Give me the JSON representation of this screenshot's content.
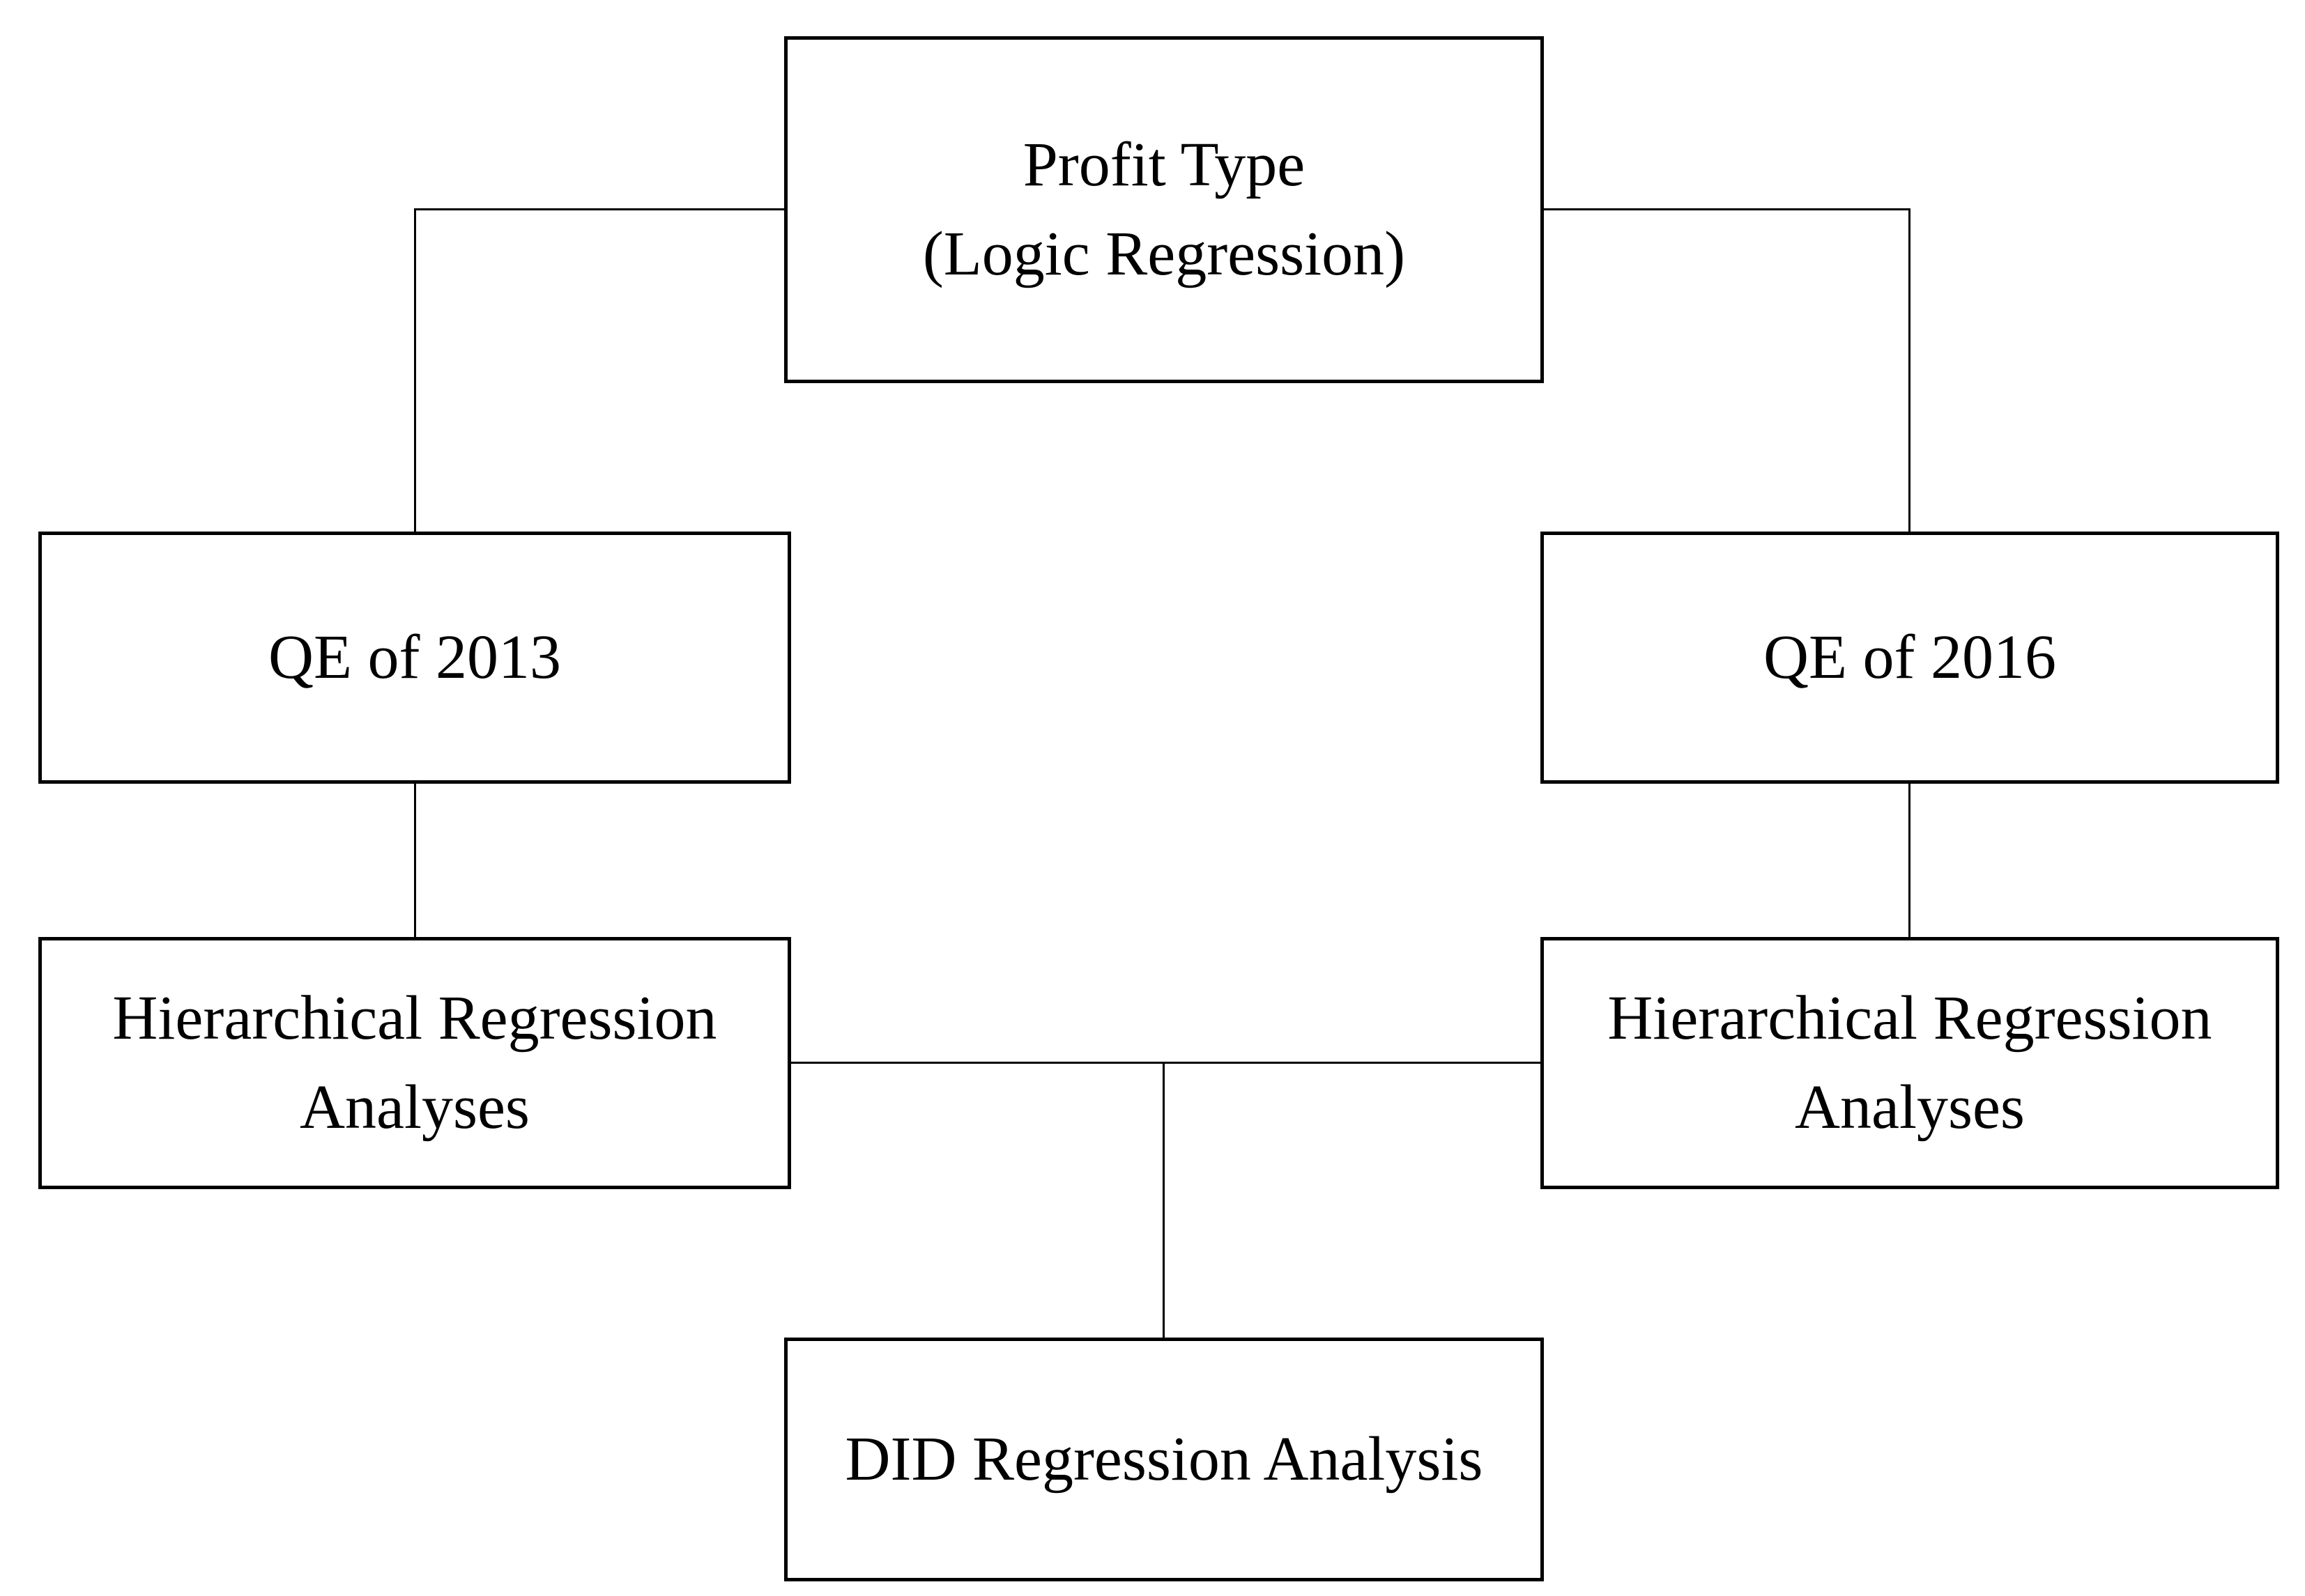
{
  "figure": {
    "type": "flowchart",
    "background_color": "#ffffff",
    "line_color": "#000000",
    "text_color": "#000000"
  },
  "nodes": {
    "profit_type": {
      "line1": "Profit Type",
      "line2": "(Logic Regression)"
    },
    "qe_2013": {
      "label": "QE of 2013"
    },
    "qe_2016": {
      "label": "QE of 2016"
    },
    "hier_left": {
      "line1": "Hierarchical Regression",
      "line2": "Analyses"
    },
    "hier_right": {
      "line1": "Hierarchical Regression",
      "line2": "Analyses"
    },
    "did": {
      "label": "DID Regression Analysis"
    }
  },
  "edges": [
    {
      "from": "profit-type",
      "to": "qe-of-2013"
    },
    {
      "from": "profit-type",
      "to": "qe-of-2016"
    },
    {
      "from": "qe-of-2013",
      "to": "hierarchical-regression-analyses-left"
    },
    {
      "from": "qe-of-2016",
      "to": "hierarchical-regression-analyses-right"
    },
    {
      "from": "hierarchical-regression-analyses-left",
      "to": "did-regression-analysis"
    },
    {
      "from": "hierarchical-regression-analyses-right",
      "to": "did-regression-analysis"
    }
  ]
}
